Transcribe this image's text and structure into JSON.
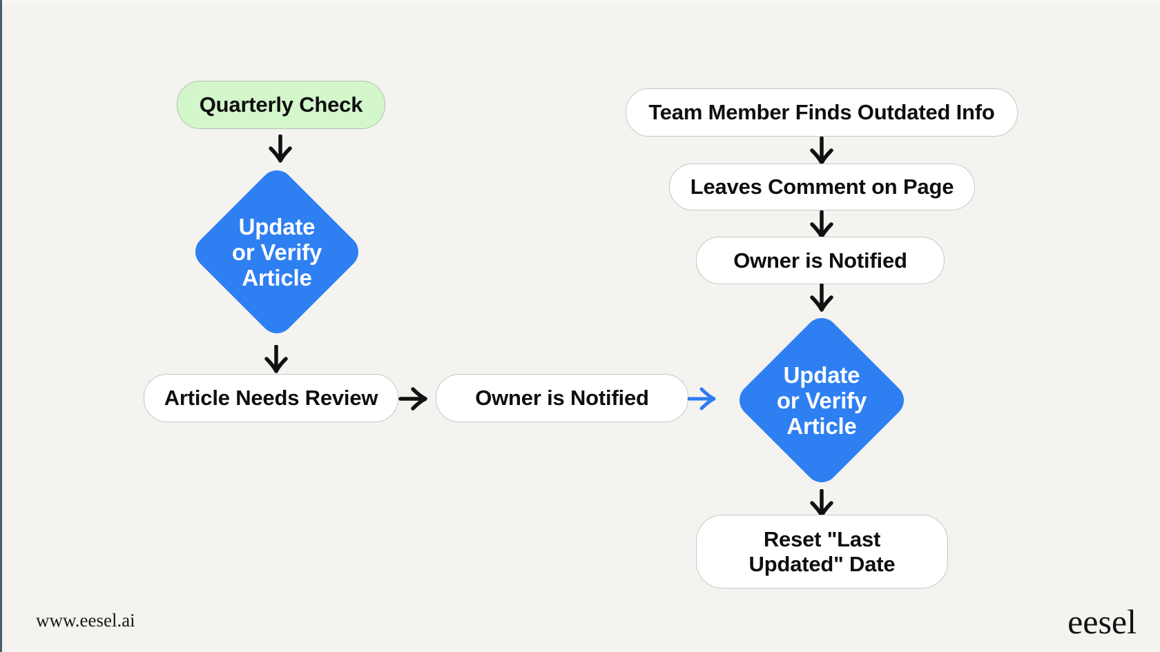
{
  "page": {
    "background": "#f4f3f0",
    "left_edge_color": "#45606a",
    "top_strip_color": "#f9f7f2"
  },
  "colors": {
    "diamond_fill": "#2e7ff2",
    "start_fill": "#d3f6cb",
    "node_fill": "#ffffff",
    "node_border": "#c6c6c6",
    "arrow_black": "#111111",
    "arrow_blue": "#2f7bf0",
    "text_dark": "#0e0e0e",
    "text_light": "#ffffff"
  },
  "flow_left": {
    "start": {
      "label": "Quarterly Check"
    },
    "decision": {
      "lines": [
        "Update",
        "or Verify",
        "Article"
      ]
    },
    "review": {
      "label": "Article Needs Review"
    },
    "notify": {
      "label": "Owner is Notified"
    }
  },
  "flow_right": {
    "find": {
      "label": "Team Member Finds Outdated Info"
    },
    "comment": {
      "label": "Leaves Comment on Page"
    },
    "notify": {
      "label": "Owner is Notified"
    },
    "decision": {
      "lines": [
        "Update",
        "or Verify",
        "Article"
      ]
    },
    "reset": {
      "lines": [
        "Reset \"Last",
        "Updated\" Date"
      ]
    }
  },
  "footer": {
    "website": "www.eesel.ai",
    "brand": "eesel"
  }
}
